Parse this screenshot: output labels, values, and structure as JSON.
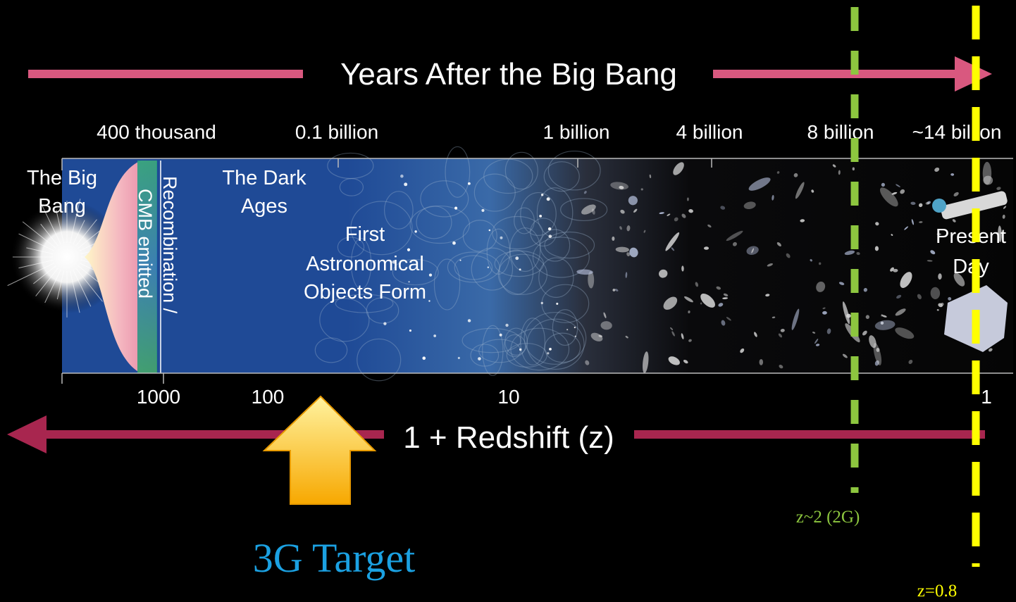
{
  "title": "Years After the Big Bang",
  "time_ticks": [
    "400 thousand",
    "0.1 billion",
    "1 billion",
    "4 billion",
    "8 billion",
    "~14 billion"
  ],
  "redshift_label": "1 + Redshift (z)",
  "redshift_ticks": [
    "1000",
    "100",
    "10",
    "1"
  ],
  "epochs": {
    "big_bang": [
      "The Big",
      "Bang"
    ],
    "recombination": "Recombination /",
    "cmb": "CMB emitted",
    "dark_ages": [
      "The Dark",
      "Ages"
    ],
    "first_objects": [
      "First",
      "Astronomical",
      "Objects Form"
    ],
    "present": [
      "Present",
      "Day"
    ]
  },
  "target_label": "3G Target",
  "markers": {
    "green": {
      "label": "z~2 (2G)",
      "color": "#8dc63f"
    },
    "yellow": {
      "label": "z=0.8",
      "color": "#ffff00"
    }
  },
  "colors": {
    "time_arrow": "#d9587f",
    "redshift_arrow": "#a8264f",
    "target_text": "#1ba1e2",
    "target_arrow": "#ffc20e",
    "dark_ages": "#1f4a96"
  }
}
